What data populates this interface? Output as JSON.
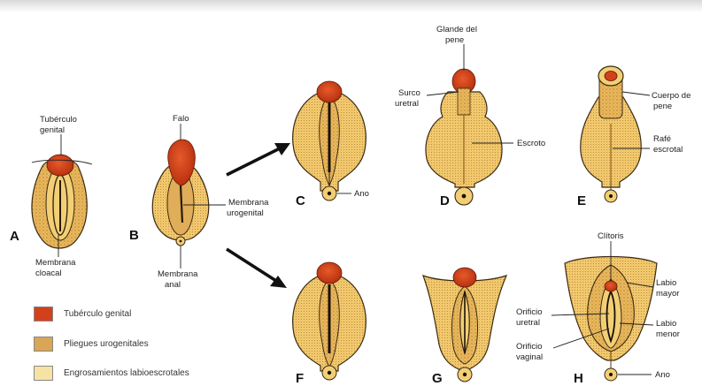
{
  "labels": {
    "tuberculo_genital": [
      "Tubérculo",
      "genital"
    ],
    "membrana_cloacal": [
      "Membrana",
      "cloacal"
    ],
    "falo": "Falo",
    "membrana_urogenital": [
      "Membrana",
      "urogenital"
    ],
    "membrana_anal": [
      "Membrana",
      "anal"
    ],
    "ano_c": "Ano",
    "glande": [
      "Glande del",
      "pene"
    ],
    "surco_uretral": [
      "Surco",
      "uretral"
    ],
    "escroto": "Escroto",
    "cuerpo_pene": [
      "Cuerpo de",
      "pene"
    ],
    "rafe": [
      "Rafé",
      "escrotal"
    ],
    "clitoris": "Clítoris",
    "labio_mayor": [
      "Labio",
      "mayor"
    ],
    "orificio_uretral": [
      "Orificio",
      "uretral"
    ],
    "labio_menor": [
      "Labio",
      "menor"
    ],
    "orificio_vaginal": [
      "Orificio",
      "vaginal"
    ],
    "ano_h": "Ano"
  },
  "figure_letters": {
    "A": "A",
    "B": "B",
    "C": "C",
    "D": "D",
    "E": "E",
    "F": "F",
    "G": "G",
    "H": "H"
  },
  "legend": [
    {
      "label": "Tubérculo genital",
      "color": "#d2401c"
    },
    {
      "label": "Pliegues urogenitales",
      "color": "#d9a556"
    },
    {
      "label": "Engrosamientos labioescrotales",
      "color": "#f6e2a2"
    }
  ],
  "colors": {
    "tubercle": "#d2401c",
    "fold": "#d9a556",
    "swelling": "#f0cf78",
    "outline": "#3a2a12"
  }
}
